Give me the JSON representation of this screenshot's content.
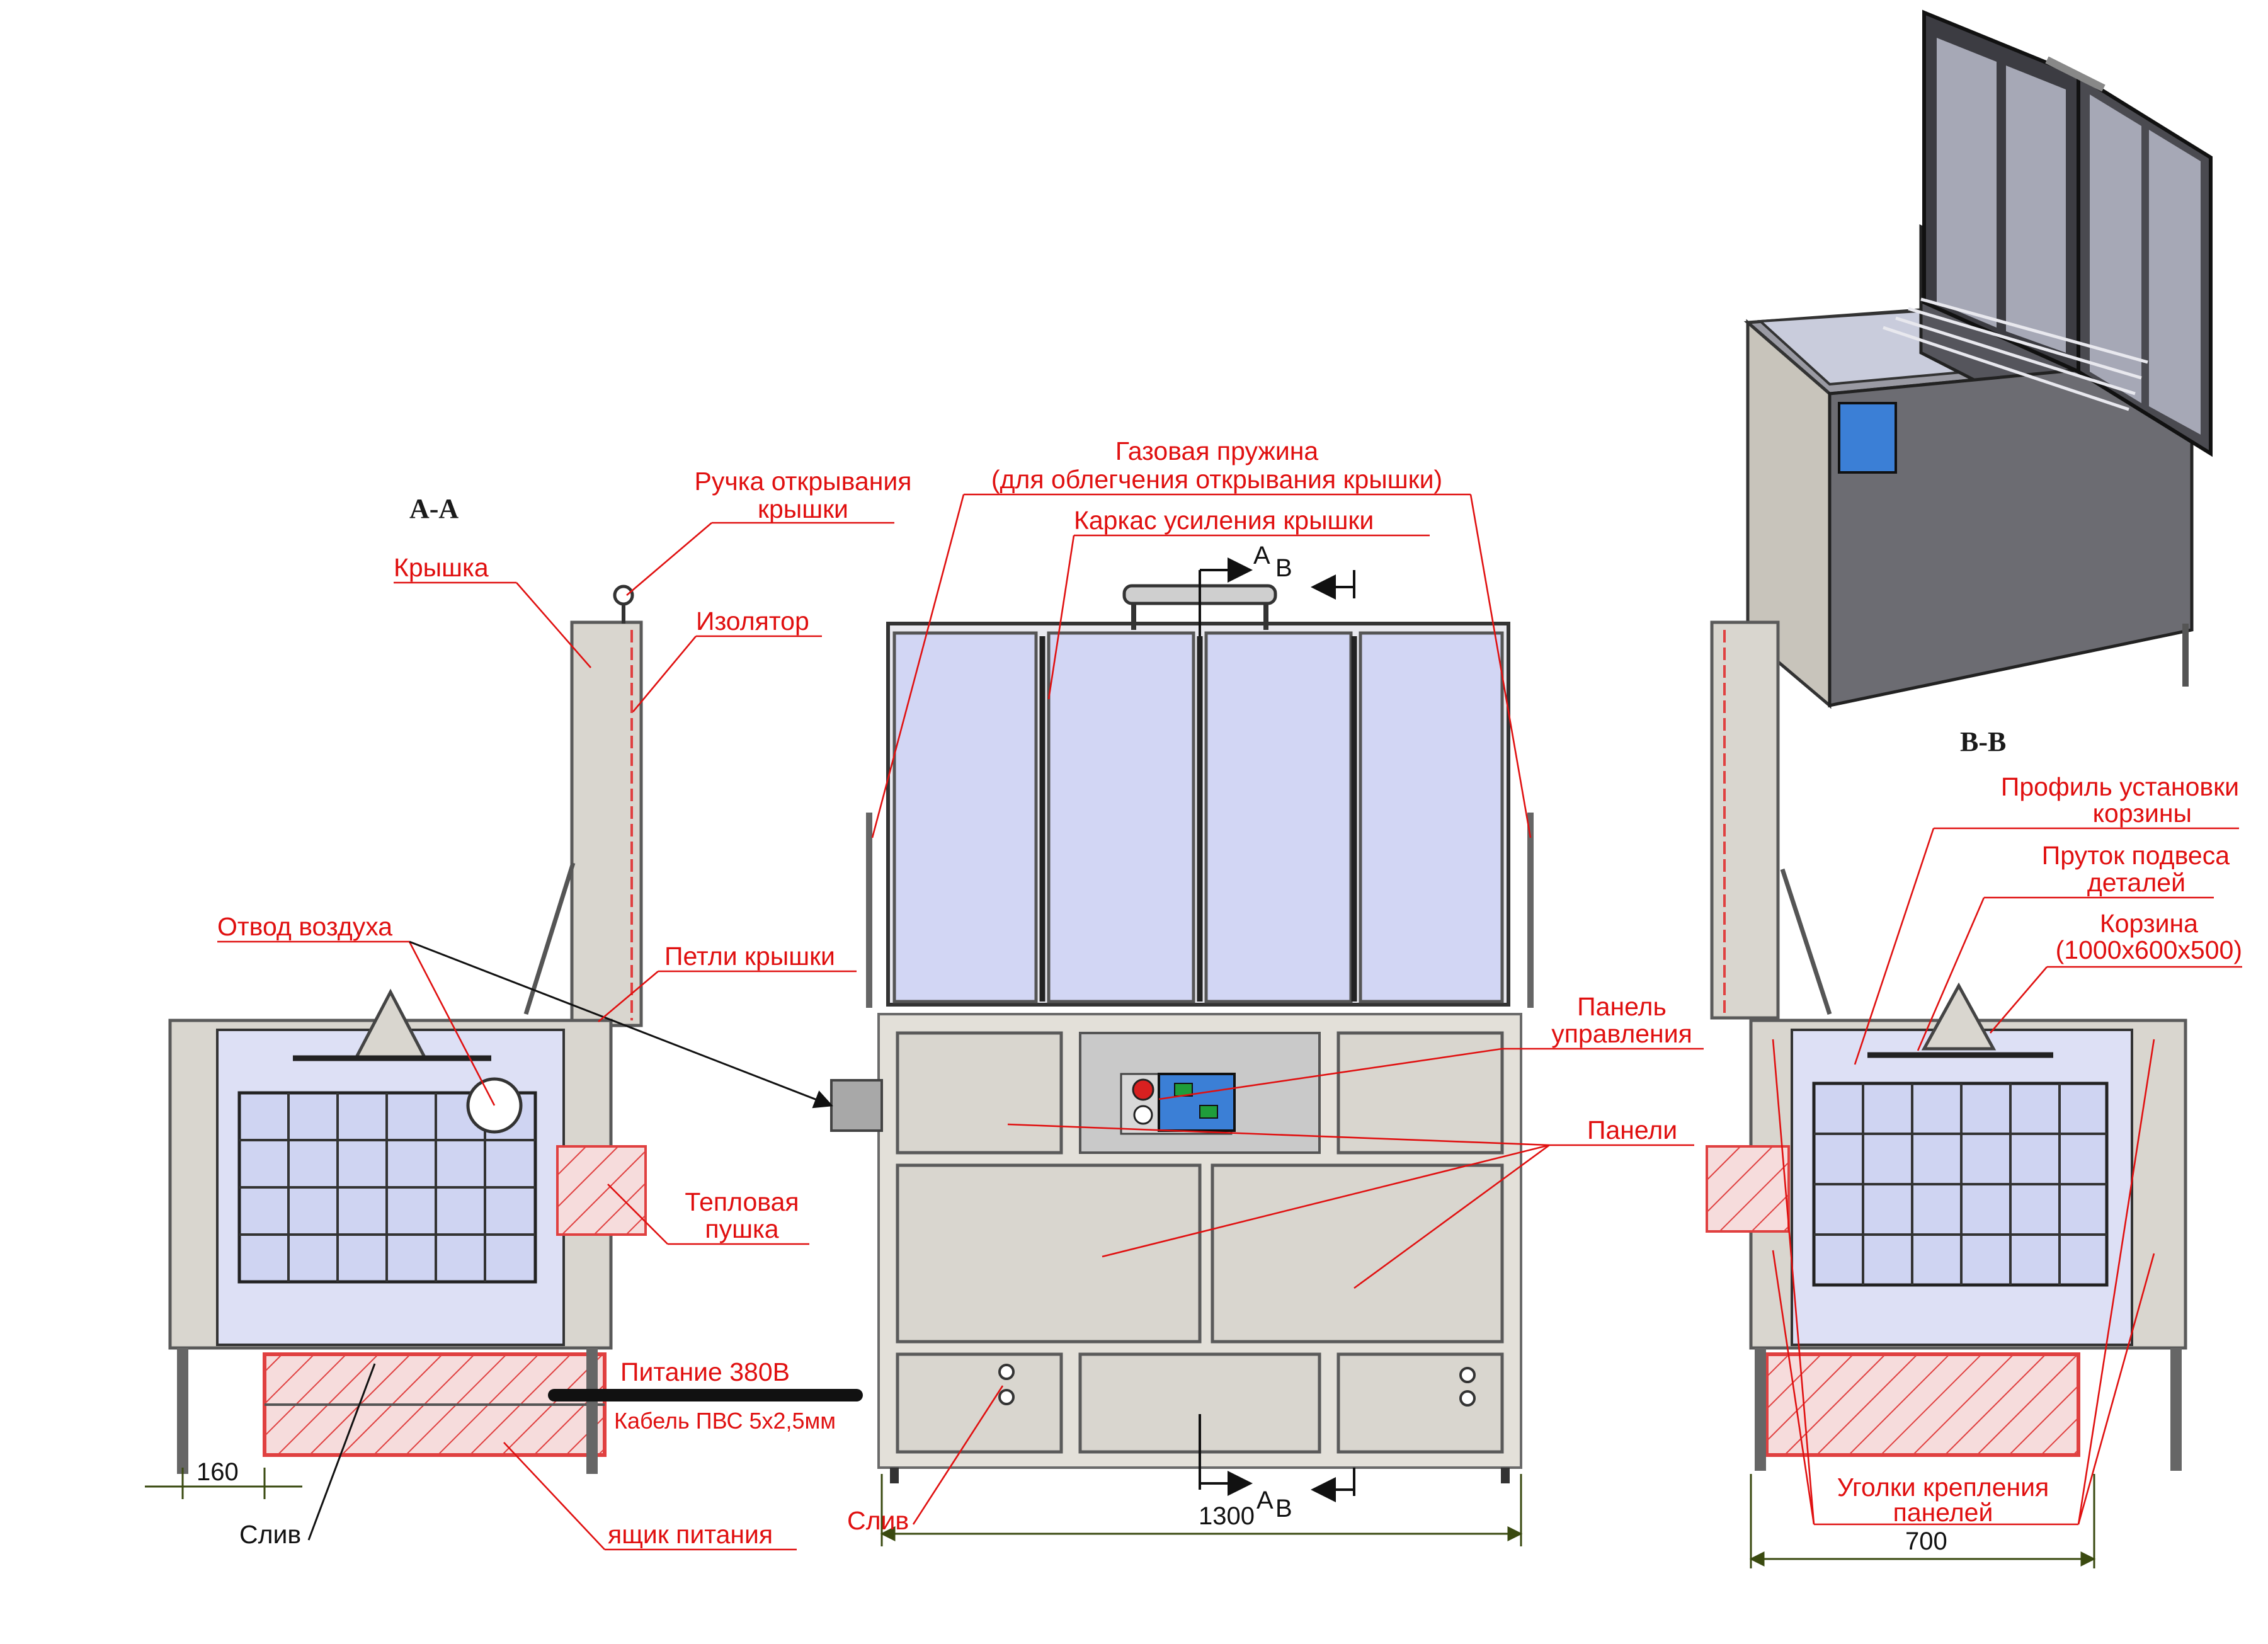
{
  "sections": {
    "aa": "A-A",
    "bb": "B-B",
    "a_mark": "A",
    "b_mark": "B"
  },
  "labels": {
    "gas_spring_1": "Газовая пружина",
    "gas_spring_2": "(для облегчения открывания крышки)",
    "lid_frame": "Каркас усиления крышки",
    "lid_handle_1": "Ручка открывания",
    "lid_handle_2": "крышки",
    "lid": "Крышка",
    "insulator": "Изолятор",
    "air_outlet": "Отвод воздуха",
    "lid_hinges": "Петли крышки",
    "control_panel_1": "Панель",
    "control_panel_2": "управления",
    "panels": "Панели",
    "heat_gun_1": "Тепловая",
    "heat_gun_2": "пушка",
    "power": "Питание 380В",
    "cable": "Кабель ПВС 5х2,5мм",
    "drain_left": "Слив",
    "drain_center": "Слив",
    "power_box": "ящик питания",
    "basket_profile_1": "Профиль установки",
    "basket_profile_2": "корзины",
    "rod_1": "Пруток подвеса",
    "rod_2": "деталей",
    "basket_1": "Корзина",
    "basket_2": "(1000х600х500)",
    "corners_1": "Уголки крепления",
    "corners_2": "панелей"
  },
  "dimensions": {
    "offset": "160",
    "width": "1300",
    "depth": "700"
  },
  "colors": {
    "label": "#e01010",
    "glass": "#d2d6f4",
    "steel": "#d9d6cf",
    "hatch": "#e04040",
    "control": "#3b7fd6"
  }
}
